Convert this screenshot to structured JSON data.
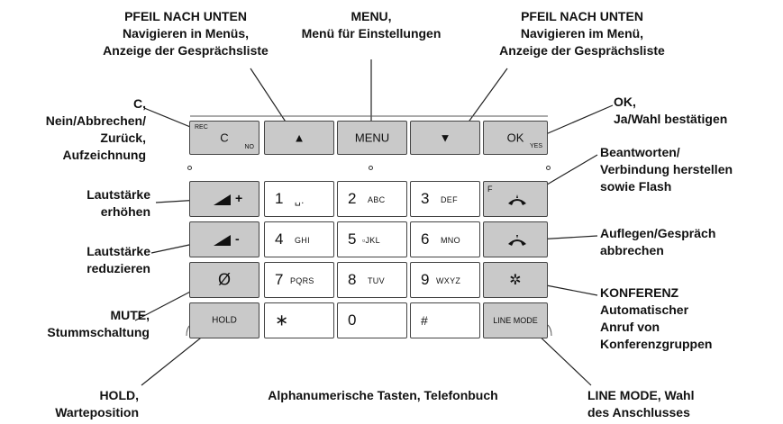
{
  "labels": {
    "down_left": {
      "line1": "PFEIL NACH UNTEN",
      "line2": "Navigieren in Menüs,",
      "line3": "Anzeige der Gesprächsliste"
    },
    "menu": {
      "line1": "MENU,",
      "line2": "Menü für Einstellungen"
    },
    "down_right": {
      "line1": "PFEIL NACH UNTEN",
      "line2": "Navigieren im Menü,",
      "line3": "Anzeige der Gesprächsliste"
    },
    "c": {
      "line1": "C,",
      "line2": "Nein/Abbrechen/",
      "line3": "Zurück,",
      "line4": "Aufzeichnung"
    },
    "ok": {
      "line1": "OK,",
      "line2": "Ja/Wahl bestätigen"
    },
    "vol_up": {
      "line1": "Lautstärke",
      "line2": "erhöhen"
    },
    "vol_down": {
      "line1": "Lautstärke",
      "line2": "reduzieren"
    },
    "mute": {
      "line1": "MUTE,",
      "line2": "Stummschaltung"
    },
    "answer": {
      "line1": "Beantworten/",
      "line2": "Verbindung herstellen",
      "line3": "sowie Flash"
    },
    "hangup": {
      "line1": "Auflegen/Gespräch",
      "line2": "abbrechen"
    },
    "conference": {
      "line1": "KONFERENZ",
      "line2": "Automatischer",
      "line3": "Anruf von",
      "line4": "Konferenzgruppen"
    },
    "hold": {
      "line1": "HOLD,",
      "line2": "Warteposition"
    },
    "alnum": {
      "line1": "Alphanumerische Tasten, Telefonbuch"
    },
    "linemode": {
      "line1": "LINE MODE, Wahl",
      "line2": "des Anschlusses"
    }
  },
  "keys": {
    "c": {
      "main": "C",
      "top": "REC",
      "bottom": "NO"
    },
    "up": "▲",
    "menu": "MENU",
    "down": "▼",
    "ok": {
      "main": "OK",
      "bottom": "YES"
    },
    "vol_up_sign": "+",
    "vol_down_sign": "-",
    "mute": "Ø",
    "hold": "HOLD",
    "star": "∗",
    "zero": "0",
    "hash": "#",
    "linemode": "LINE MODE",
    "flash": "F",
    "conference": "✲",
    "digits": [
      {
        "num": "1",
        "letters": "␣."
      },
      {
        "num": "2",
        "letters": "ABC"
      },
      {
        "num": "3",
        "letters": "DEF"
      },
      {
        "num": "4",
        "letters": "GHI"
      },
      {
        "num": "5",
        "letters": "▫JKL"
      },
      {
        "num": "6",
        "letters": "MNO"
      },
      {
        "num": "7",
        "letters": "PQRS"
      },
      {
        "num": "8",
        "letters": "TUV"
      },
      {
        "num": "9",
        "letters": "WXYZ"
      }
    ]
  }
}
